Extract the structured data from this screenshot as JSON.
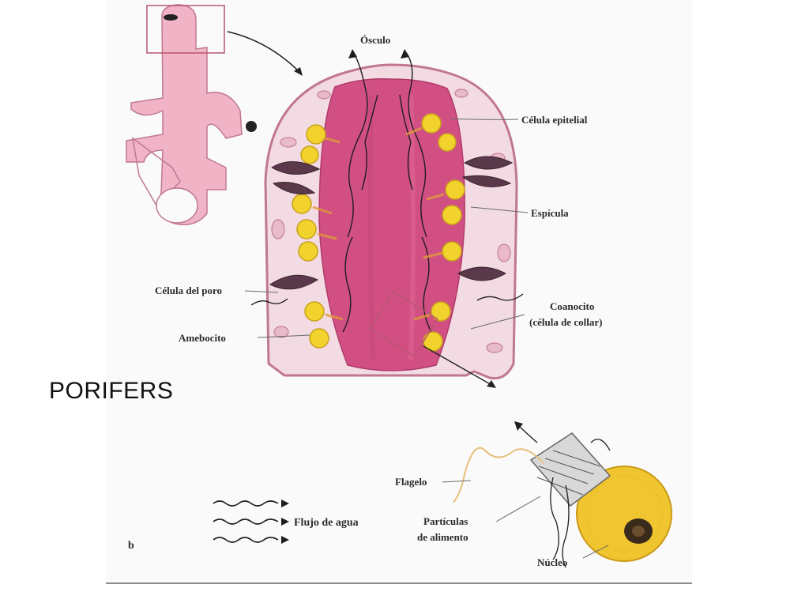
{
  "slide": {
    "title": "PORIFERS"
  },
  "figure": {
    "labels": {
      "osculo": "Ósculo",
      "celula_epitelial": "Célula epitelial",
      "espicula": "Espícula",
      "celula_del_poro": "Célula del poro",
      "coanocito_line1": "Coanocito",
      "coanocito_line2": "(célula de collar)",
      "amebocito": "Amebocito",
      "flagelo": "Flagelo",
      "particulas_line1": "Partículas",
      "particulas_line2": "de alimento",
      "nucleo": "Núcleo",
      "flujo_de_agua": "Flujo de agua",
      "panel_letter": "b"
    },
    "colors": {
      "sponge_pink": "#d4789a",
      "cavity_pink": "#d24f84",
      "wall_light": "#f3dbe3",
      "cell_yellow": "#f2d22c",
      "spicule_dark": "#5a3a4a",
      "choanocyte_outline": "#c9a21c"
    }
  }
}
